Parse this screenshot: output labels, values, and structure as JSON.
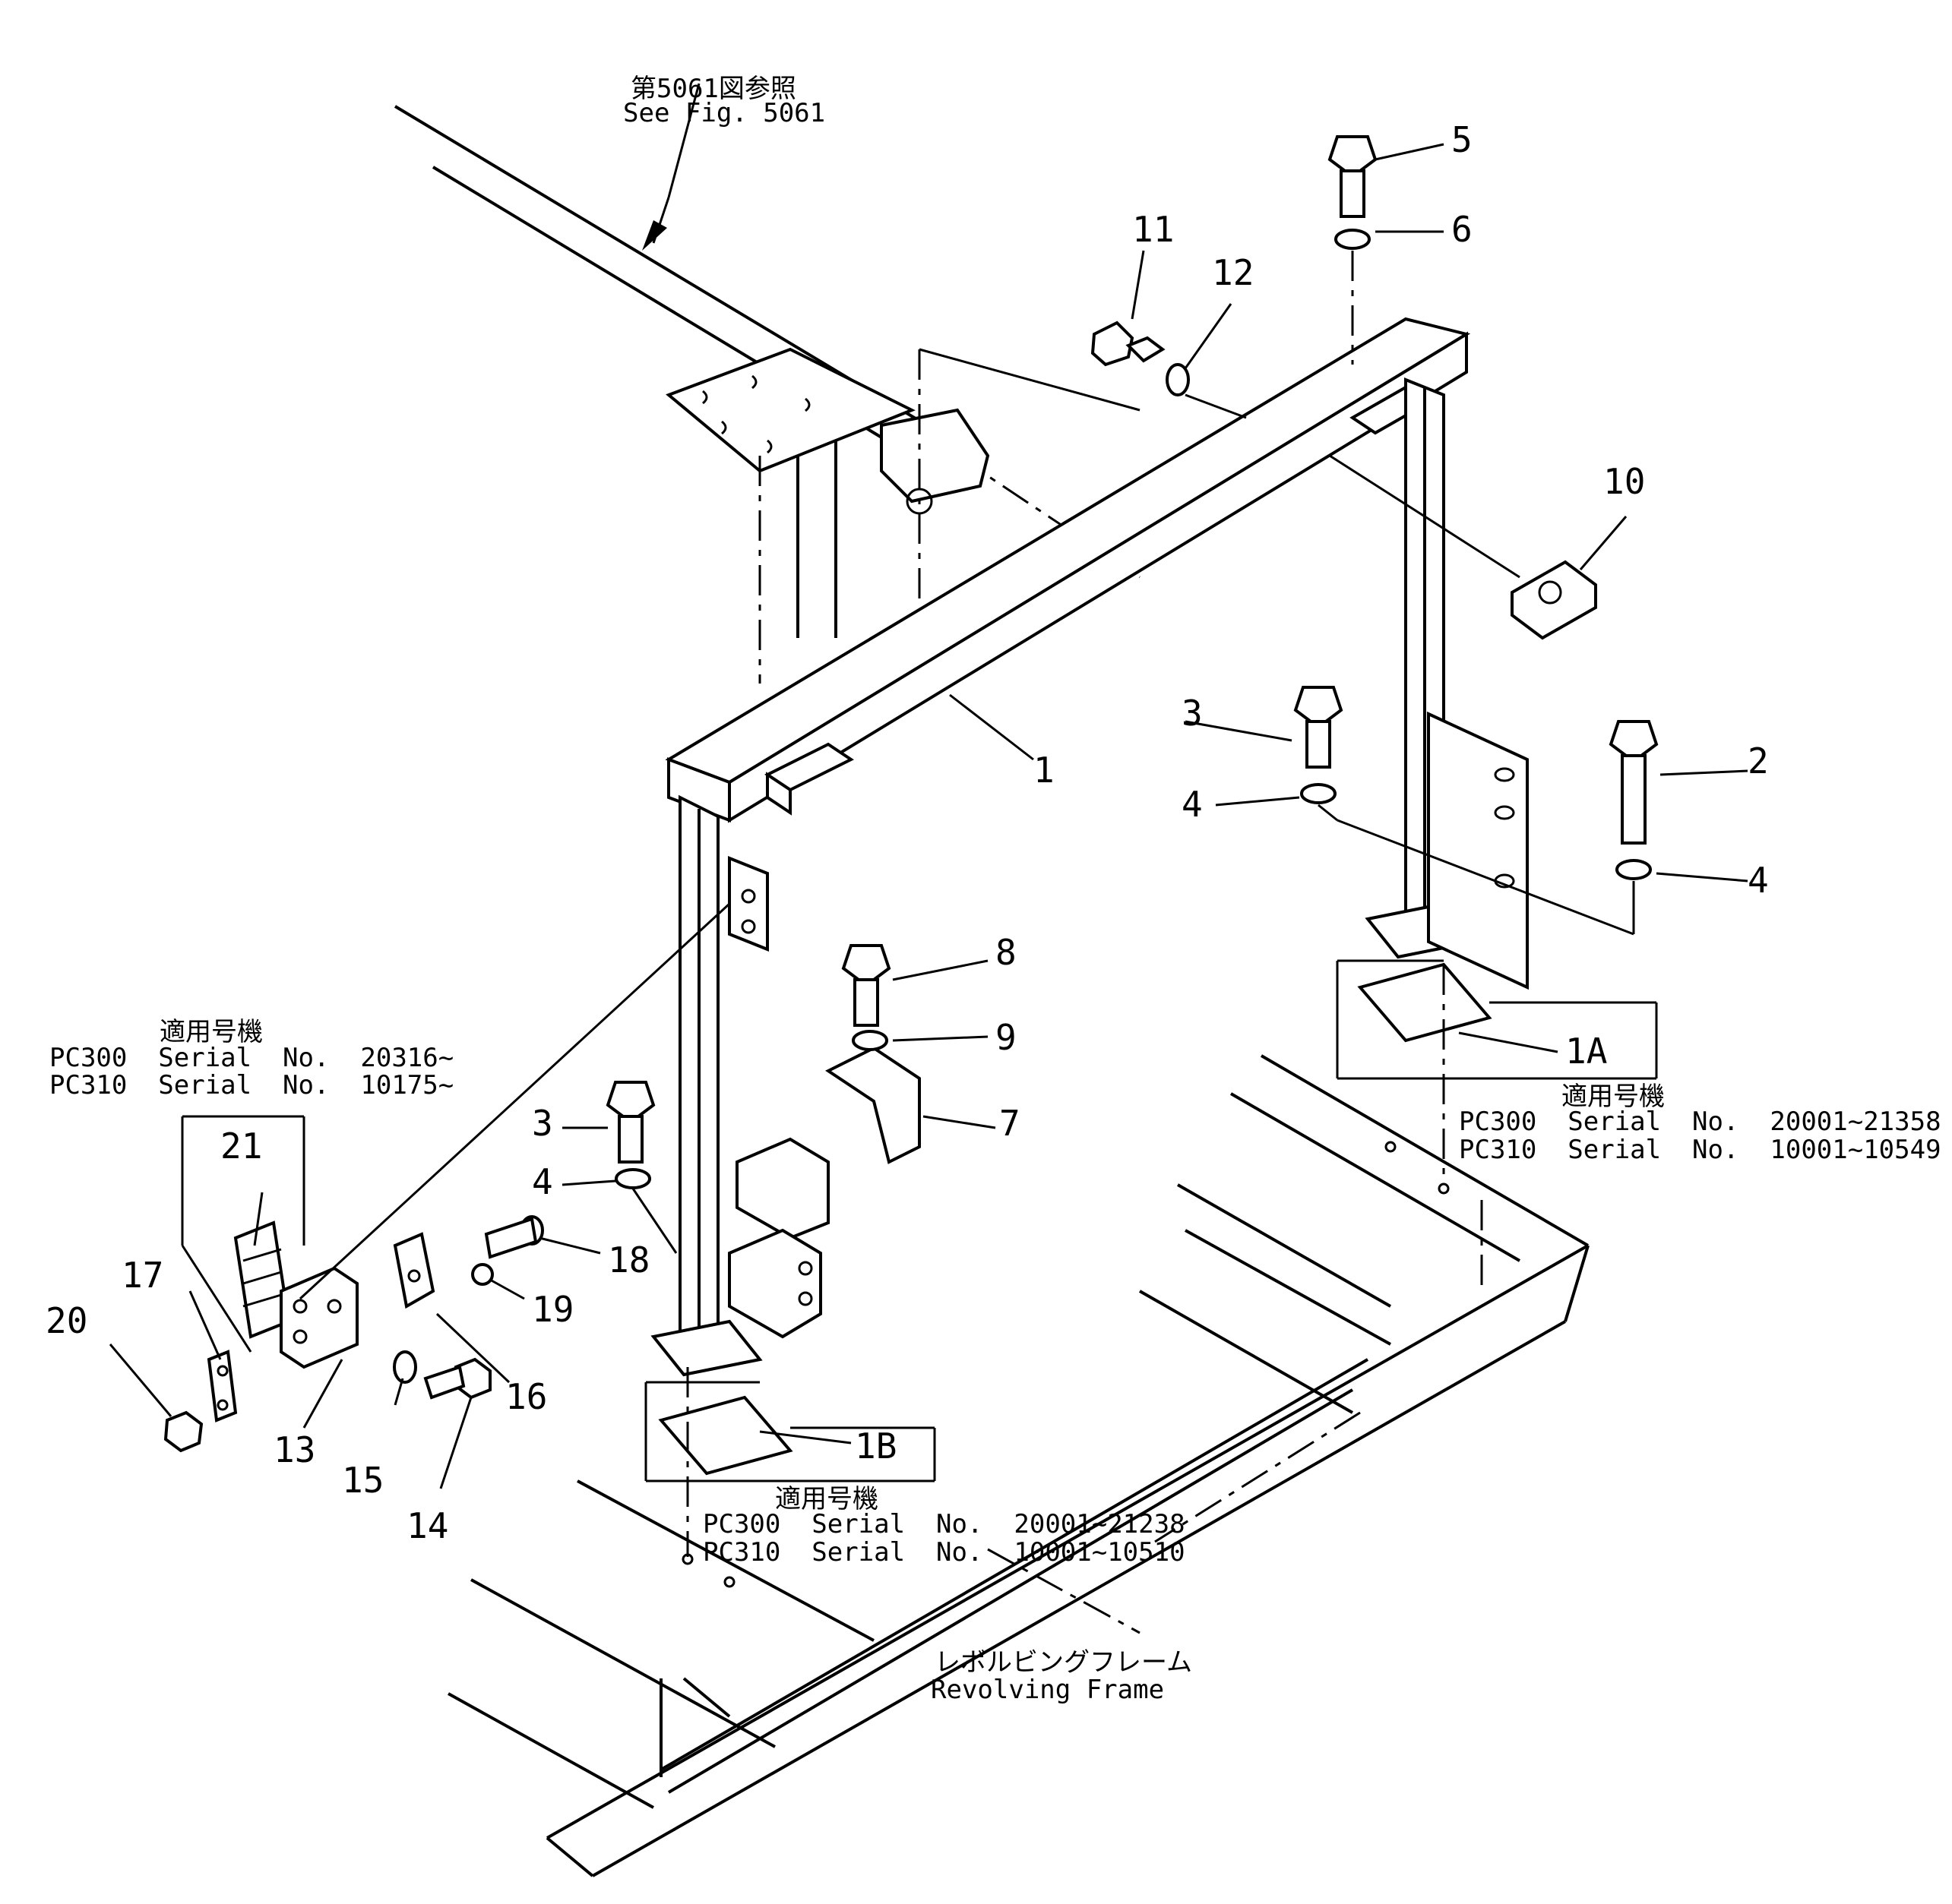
{
  "references": {
    "see_fig_jp": "第5061図参照",
    "see_fig_en": "See Fig. 5061",
    "frame_jp": "レボルビングフレーム",
    "frame_en": "Revolving Frame"
  },
  "applicability": {
    "top_left": {
      "heading": "適用号機",
      "line1": "PC300  Serial  No.  20316~",
      "line2": "PC310  Serial  No.  10175~"
    },
    "right": {
      "heading": "適用号機",
      "line1": "PC300  Serial  No.  20001~21358",
      "line2": "PC310  Serial  No.  10001~10549"
    },
    "bottom": {
      "heading": "適用号機",
      "line1": "PC300  Serial  No.  20001~21238",
      "line2": "PC310  Serial  No.  10001~10510"
    }
  },
  "callouts": {
    "c1": "1",
    "c2": "2",
    "c3a": "3",
    "c3b": "3",
    "c4a": "4",
    "c4b": "4",
    "c4c": "4",
    "c5": "5",
    "c6": "6",
    "c7": "7",
    "c8": "8",
    "c9": "9",
    "c10": "10",
    "c11": "11",
    "c12": "12",
    "c13": "13",
    "c14": "14",
    "c15": "15",
    "c16": "16",
    "c17": "17",
    "c18": "18",
    "c19": "19",
    "c20": "20",
    "c21": "21",
    "c1A": "1A",
    "c1B": "1B"
  }
}
